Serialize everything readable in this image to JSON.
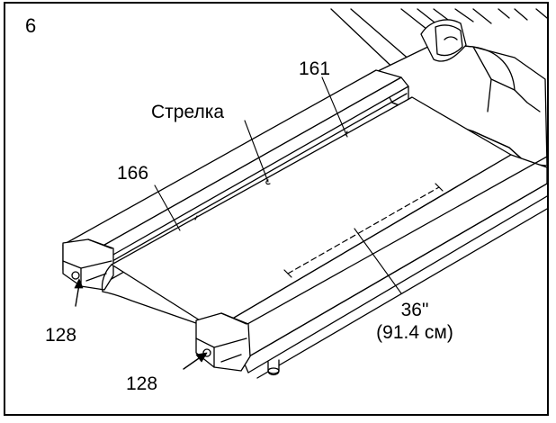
{
  "step_number": "6",
  "callouts": {
    "arrow_label": "Стрелка",
    "part_161": "161",
    "part_166": "166",
    "part_128_top": "128",
    "part_128_bottom": "128",
    "measure_line1": "36\"",
    "measure_line2": "(91.4 см)"
  }
}
